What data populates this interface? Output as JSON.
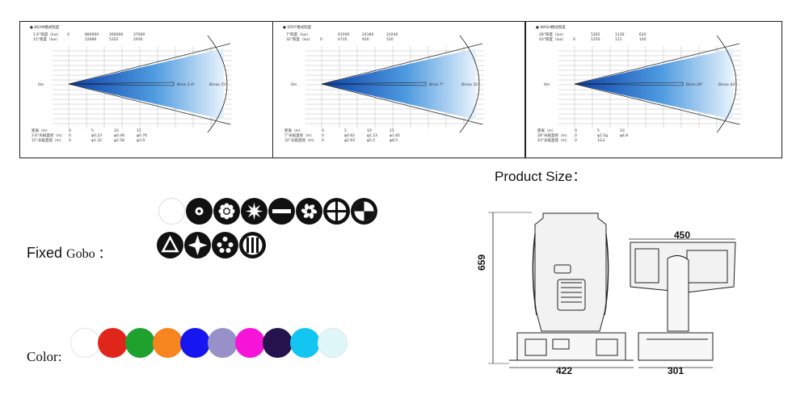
{
  "beam_panels": [
    {
      "title": "BEAM模式照度",
      "lux_rows": [
        {
          "label": "2.6°照度（lux）",
          "start": "0",
          "values": [
            "880000",
            "266000",
            "37000"
          ]
        },
        {
          "label": "15°照度（lux）",
          "start": "",
          "values": [
            "22680",
            "5325",
            "2930"
          ]
        }
      ],
      "origin": "0m",
      "min_label": "Bmin 2.6°",
      "max_label": "Bmax 15°",
      "bottom_rows": [
        {
          "label": "距离（m）",
          "values": [
            "0",
            "5",
            "10",
            "15"
          ]
        },
        {
          "label": "2.6°光斑直径（m）",
          "values": [
            "0",
            "φ0.23",
            "φ0.46",
            "φ0.76"
          ]
        },
        {
          "label": "15°光斑直径（m）",
          "values": [
            "0",
            "φ1.32",
            "φ2.58",
            "φ3.9"
          ]
        }
      ]
    },
    {
      "title": "SPOT模式照度",
      "lux_rows": [
        {
          "label": "7°照度（lux）",
          "start": "",
          "values": [
            "61000",
            "24180",
            "10240"
          ]
        },
        {
          "label": "32°照度（lux）",
          "start": "0",
          "values": [
            "4735",
            "920",
            "520"
          ]
        }
      ],
      "origin": "0m",
      "min_label": "Bmin 7°",
      "max_label": "Bmax 32°",
      "bottom_rows": [
        {
          "label": "距离（m）",
          "values": [
            "0",
            "5",
            "10",
            "15"
          ]
        },
        {
          "label": "7°光斑直径（m）",
          "values": [
            "0",
            "φ0.62",
            "φ1.23",
            "φ1.82"
          ]
        },
        {
          "label": "32°光斑直径（m）",
          "values": [
            "0",
            "φ2.93",
            "φ5.5",
            "φ8.5"
          ]
        }
      ]
    },
    {
      "title": "WASH模式照度",
      "lux_rows": [
        {
          "label": "28°照度（lux）",
          "start": "",
          "values": [
            "5285",
            "1130",
            "620"
          ]
        },
        {
          "label": "43°照度（lux）",
          "start": "0",
          "values": [
            "1250",
            "111",
            "140"
          ]
        }
      ],
      "origin": "0m",
      "min_label": "Bmin 28°",
      "max_label": "Bmax 43°",
      "bottom_rows": [
        {
          "label": "距离（m）",
          "values": [
            "0",
            "5",
            "10"
          ]
        },
        {
          "label": "28°光斑直径（m）",
          "values": [
            "0",
            "φ2.5g",
            "φ4.8"
          ]
        },
        {
          "label": "43°光斑直径（m）",
          "values": [
            "0",
            "1G3",
            ""
          ]
        }
      ]
    }
  ],
  "product_size": {
    "title": "Product Size：",
    "dim_height": "659",
    "dim_front_width": "422",
    "dim_side_depth": "450",
    "dim_side_base": "301"
  },
  "gobo": {
    "label_main": "Fixed ",
    "label_serif": "Gobo ：",
    "items": [
      {
        "name": "open-gobo-icon"
      },
      {
        "name": "dot-gobo-icon"
      },
      {
        "name": "flower-gobo-icon"
      },
      {
        "name": "star-burst-gobo-icon"
      },
      {
        "name": "bar-gobo-icon"
      },
      {
        "name": "fan-gobo-icon"
      },
      {
        "name": "cross-gobo-icon"
      },
      {
        "name": "quadrant-gobo-icon"
      },
      {
        "name": "triangle-gobo-icon"
      },
      {
        "name": "four-point-star-gobo-icon"
      },
      {
        "name": "stars-gobo-icon"
      },
      {
        "name": "bars-gobo-icon"
      }
    ]
  },
  "color": {
    "label": "Color:",
    "swatches": [
      "#ffffff",
      "#e0251b",
      "#1fa12e",
      "#f6841f",
      "#1616f0",
      "#9891c9",
      "#f514d8",
      "#26134d",
      "#12c6f1",
      "#dff7f8"
    ]
  }
}
